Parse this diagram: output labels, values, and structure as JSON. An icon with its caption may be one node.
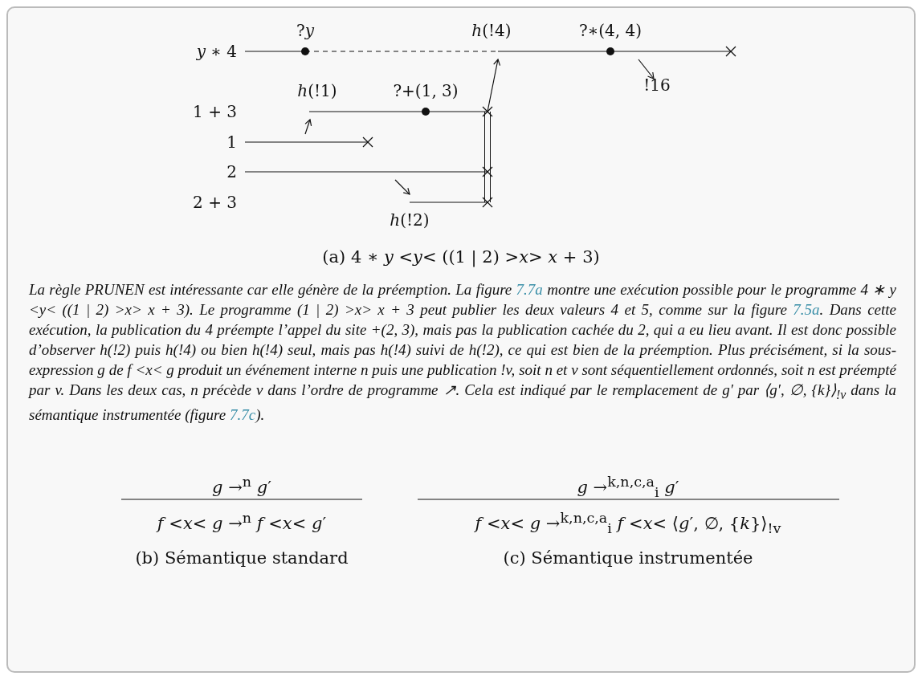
{
  "diagram": {
    "nodes": [
      {
        "text": [
          "*y* ∗ 4"
        ],
        "beside": [
          "?*y*",
          "?∗(4, 4)"
        ]
      },
      {
        "text": [
          "1 + 3"
        ],
        "beside": [
          "?+(1, 3)"
        ]
      },
      {
        "text": [
          "1"
        ]
      },
      {
        "text": [
          "2"
        ]
      },
      {
        "text": [
          "2 + 3"
        ]
      },
      {
        "text": [],
        "shape": "bar"
      }
    ],
    "edges": [
      {
        "from": 2,
        "to": 1,
        "arrow": "to",
        "label": "*h*(!1)"
      },
      {
        "from": 3,
        "to": 4,
        "arrow": "to",
        "label": "*h*(!2)"
      },
      {
        "from": 5,
        "to": 0,
        "arrow": "to",
        "label": "*h*(!4)"
      },
      {
        "from": 0,
        "to": null,
        "arrow": "to",
        "label": "!16"
      }
    ],
    "labels": [
      "(a) 4 ∗ *y* <*y*< ((1 | 2) >*x*> *x* + 3)",
      "La règle PRUNEN est intéressante car elle génère de la préemption. La figure 7.7a montre une exécution possible pour le programme 4 ∗ y <y< ((1 | 2) >x> x + 3). Le programme (1 | 2) >x> x + 3 peut publier les deux valeurs 4 et 5, comme sur la figure 7.5a. Dans cette exécution, la publication du 4 préempte l’appel du site +(2, 3), mais pas la publication cachée du 2, qui a eu lieu avant. Il est donc possible d’observer h(!2) puis h(!4) ou bien h(!4) seul, mais pas h(!4) suivi de h(!2), ce qui est bien de la préemption. Plus précisément, si la sous-expression g de f <x< g produit un événement interne n puis une publication !v, soit n et v sont séquentiellement ordonnés, soit n est préempté par v. Dans les deux cas, n précède v dans l’ordre de programme ↗. Cela est indiqué par le remplacement de g′ par ⟨g′, ∅, {k}⟩$_{!v}$ dans la sémantique instrumentée (figure 7.7c).",
      "*g* →$^{n}$ *g*′",
      "*g* →$^{k,n,c,a}$$_{i}$ *g*′",
      "*f* <*x*< *g* →$^{n}$ *f* <*x*< *g*′",
      "*f* <*x*< *g* →$^{k,n,c,a}$$_{i}$ *f* <*x*< ⟨*g*′, ∅, {*k*}⟩$_{!v}$",
      "(b) Sémantique standard",
      "(c) Sémantique instrumentée"
    ]
  }
}
